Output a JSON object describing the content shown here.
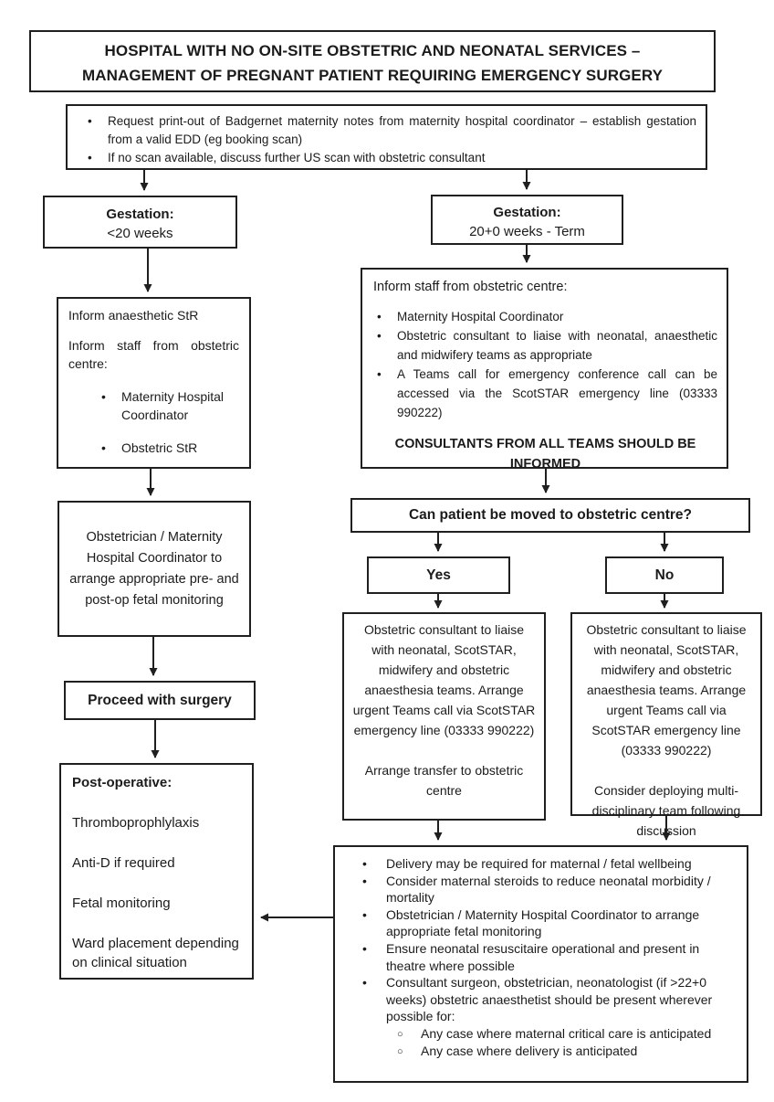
{
  "title": {
    "line1": "HOSPITAL WITH NO ON-SITE OBSTETRIC AND NEONATAL SERVICES –",
    "line2": "MANAGEMENT OF PREGNANT PATIENT REQUIRING EMERGENCY SURGERY"
  },
  "intro": {
    "bullets": [
      "Request print-out of Badgernet maternity notes from maternity hospital coordinator – establish gestation from a valid EDD (eg booking scan)",
      "If no scan available, discuss further US scan with obstetric consultant"
    ]
  },
  "gestation_left": {
    "label": "Gestation:",
    "value": "<20 weeks"
  },
  "gestation_right": {
    "label": "Gestation:",
    "value": "20+0 weeks - Term"
  },
  "inform_left": {
    "line1": "Inform anaesthetic StR",
    "line2": "Inform staff from obstetric centre:",
    "bullets": [
      "Maternity Hospital Coordinator",
      "Obstetric StR"
    ]
  },
  "inform_right": {
    "heading": "Inform staff from obstetric centre:",
    "bullets": [
      "Maternity Hospital Coordinator",
      "Obstetric consultant to liaise with neonatal, anaesthetic and midwifery teams as appropriate",
      "A Teams call for emergency conference call can be accessed via the ScotSTAR emergency line (03333 990222)"
    ],
    "footer": "CONSULTANTS FROM ALL TEAMS SHOULD BE INFORMED"
  },
  "question": {
    "text": "Can patient be moved to obstetric centre?"
  },
  "decision": {
    "yes": "Yes",
    "no": "No"
  },
  "yes_branch": {
    "para1": "Obstetric consultant to liaise with neonatal, ScotSTAR, midwifery and obstetric anaesthesia teams. Arrange urgent Teams call via ScotSTAR emergency line (03333 990222)",
    "para2": "Arrange transfer to obstetric centre"
  },
  "no_branch": {
    "para1": "Obstetric consultant to liaise with neonatal, ScotSTAR, midwifery and obstetric anaesthesia teams. Arrange urgent Teams call via ScotSTAR emergency line (03333 990222)",
    "para2": "Consider deploying multi-disciplinary team following discussion"
  },
  "pre_post_op": {
    "text": "Obstetrician / Maternity Hospital Coordinator to arrange appropriate pre- and post-op fetal monitoring"
  },
  "proceed": {
    "text": "Proceed with surgery"
  },
  "post_op": {
    "heading": "Post-operative:",
    "items": [
      "Thromboprophlylaxis",
      "Anti-D if required",
      "Fetal monitoring",
      "Ward placement depending on clinical situation"
    ]
  },
  "delivery": {
    "bullets": [
      "Delivery may be required for maternal / fetal wellbeing",
      "Consider maternal steroids to reduce neonatal morbidity / mortality",
      "Obstetrician / Maternity Hospital Coordinator to arrange appropriate fetal monitoring",
      "Ensure neonatal resuscitaire operational and present in theatre where possible",
      "Consultant surgeon, obstetrician, neonatologist (if >22+0 weeks) obstetric anaesthetist should be present wherever possible for:"
    ],
    "sub_bullets": [
      "Any case where maternal critical care is anticipated",
      "Any case where delivery is anticipated"
    ]
  },
  "colors": {
    "border": "#1f1f1f",
    "text": "#1b1b1b",
    "background": "#ffffff"
  }
}
